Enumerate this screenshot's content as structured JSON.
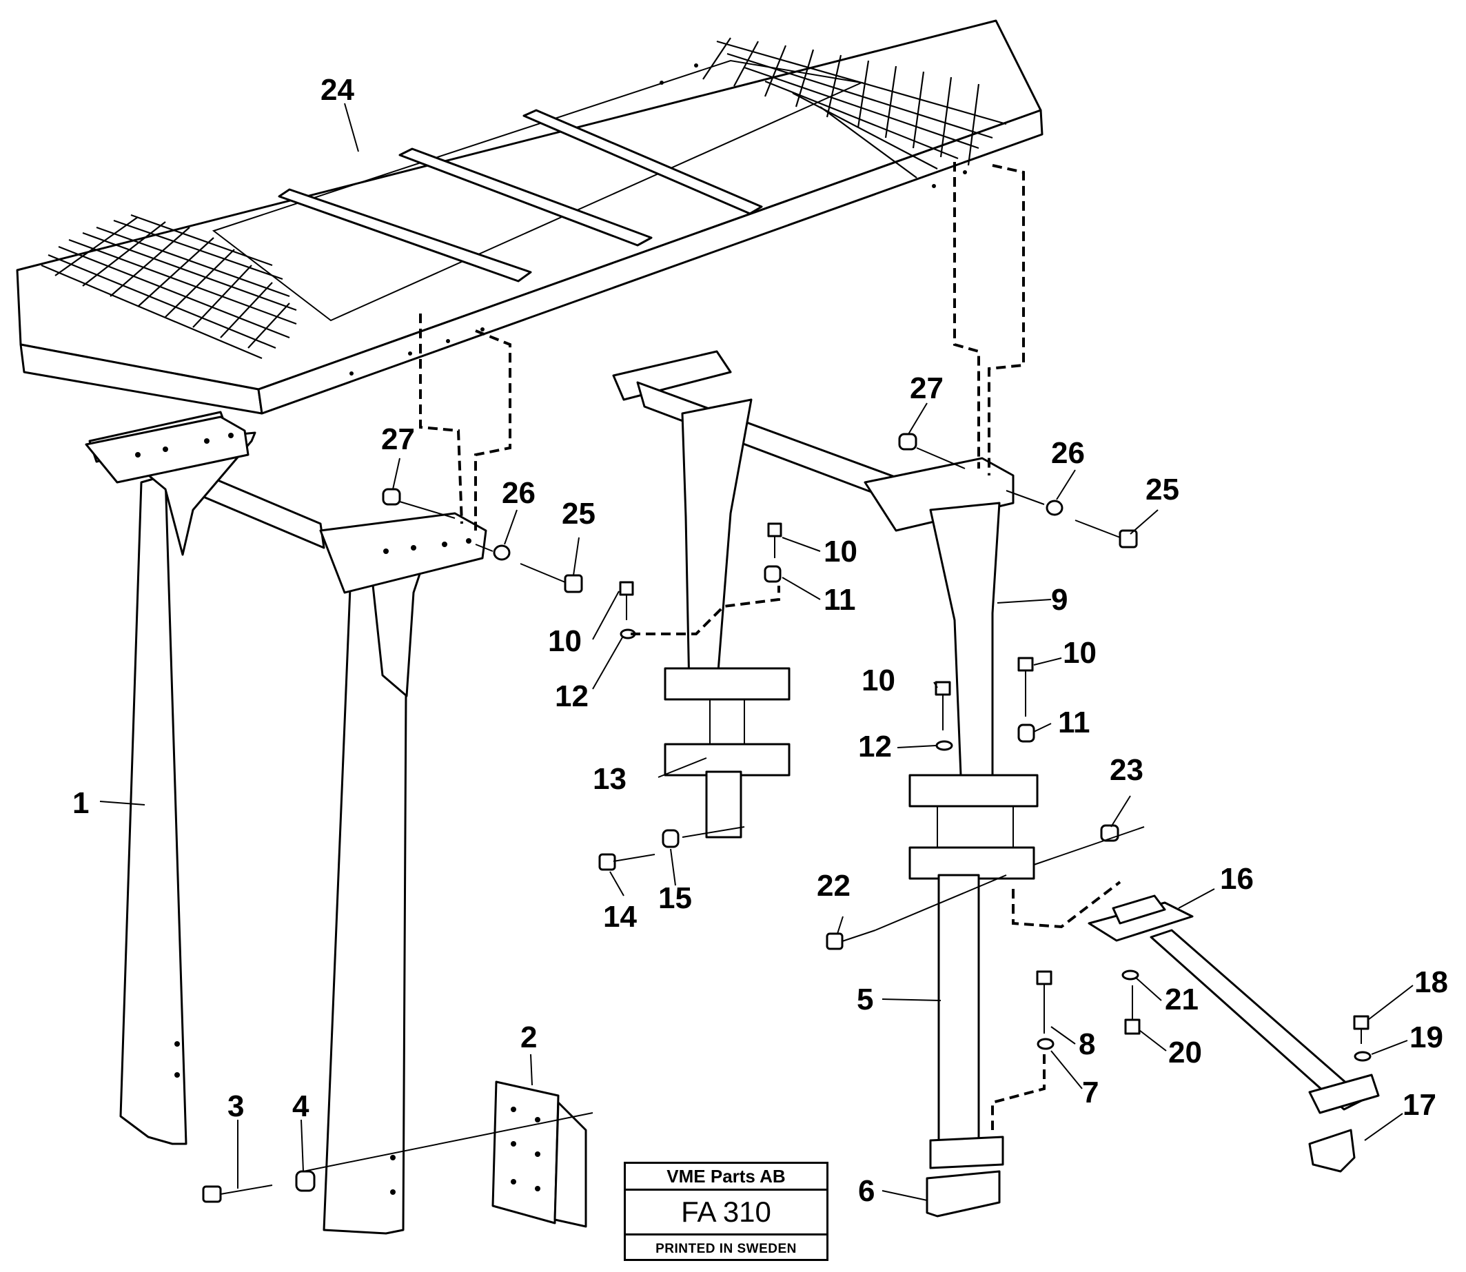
{
  "stamp": {
    "company": "VME Parts AB",
    "code": "FA 310",
    "printed": "PRINTED IN SWEDEN"
  },
  "callouts": {
    "c1": "1",
    "c2": "2",
    "c3": "3",
    "c4": "4",
    "c5": "5",
    "c6": "6",
    "c7": "7",
    "c8": "8",
    "c9": "9",
    "c10a": "10",
    "c10b": "10",
    "c10c": "10",
    "c10d": "10",
    "c11a": "11",
    "c11b": "11",
    "c12a": "12",
    "c12b": "12",
    "c13": "13",
    "c14": "14",
    "c15": "15",
    "c16": "16",
    "c17": "17",
    "c18": "18",
    "c19": "19",
    "c20": "20",
    "c21": "21",
    "c22": "22",
    "c23": "23",
    "c24": "24",
    "c25a": "25",
    "c25b": "25",
    "c26a": "26",
    "c26b": "26",
    "c27a": "27",
    "c27b": "27"
  }
}
